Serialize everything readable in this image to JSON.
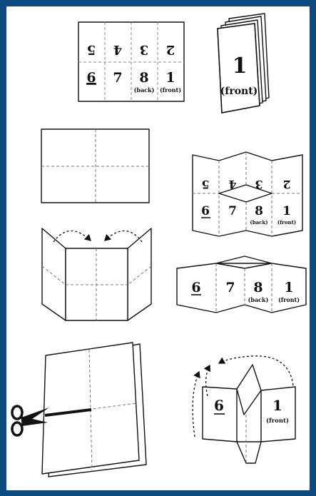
{
  "pages": {
    "p1": "1",
    "p2": "2",
    "p3": "3",
    "p4": "4",
    "p5": "5",
    "p6": "6",
    "p7": "7",
    "p8": "8",
    "front": "(front)",
    "back": "(back)"
  },
  "colors": {
    "frame": "#0d4a80",
    "panel": "#ffffff",
    "ink": "#111111",
    "fold_line": "#777777"
  },
  "icons": [
    "scissors-icon",
    "booklet-icon"
  ]
}
